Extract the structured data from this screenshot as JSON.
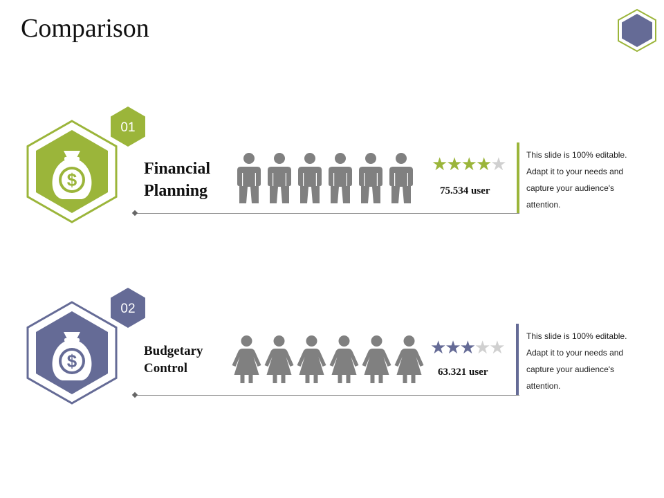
{
  "slide": {
    "title": "Comparison"
  },
  "colors": {
    "green": "#9bb53a",
    "purple": "#656b96",
    "gray": "#808080",
    "star_empty": "#d0d0d0"
  },
  "items": [
    {
      "number": "01",
      "heading": "Financial Planning",
      "icon": "money-bag-icon",
      "figure_icon": "man-icon",
      "figure_count": 6,
      "rating": 4,
      "rating_max": 5,
      "users": "75.534 user",
      "description": "This slide is 100% editable. Adapt it to your needs and capture your audience's attention."
    },
    {
      "number": "02",
      "heading": "Budgetary Control",
      "icon": "money-bag-icon",
      "figure_icon": "woman-icon",
      "figure_count": 6,
      "rating": 3,
      "rating_max": 5,
      "users": "63.321 user",
      "description": "This slide is 100% editable. Adapt it to your needs and capture your audience's attention."
    }
  ]
}
